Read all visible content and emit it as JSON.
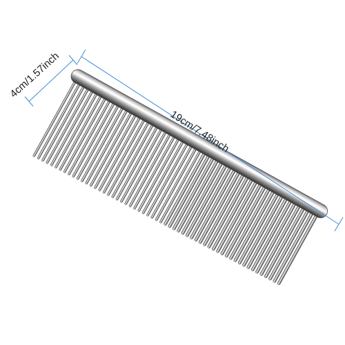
{
  "product": {
    "name": "stainless-steel-grooming-comb",
    "body_color": "#c0c0c0",
    "highlight_color": "#f4f4f4",
    "shadow_color": "#2a2a2a",
    "tooth_count_left_section": 30,
    "tooth_count_right_section": 27
  },
  "dimensions": {
    "length_label": "19cm/7.48inch",
    "width_label": "4cm/1.57inch",
    "line_color": "#3d8bd6"
  }
}
